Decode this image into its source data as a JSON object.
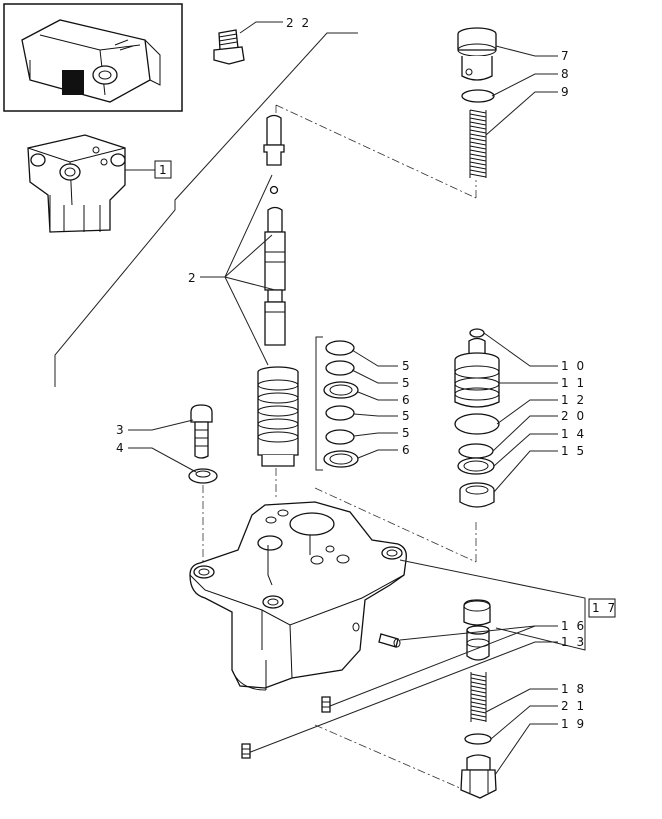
{
  "callouts": {
    "c22": "2 2",
    "c7": "7",
    "c8": "8",
    "c9": "9",
    "c1": "1",
    "c2": "2",
    "c5a": "5",
    "c5b": "5",
    "c6a": "6",
    "c5c": "5",
    "c5d": "5",
    "c6b": "6",
    "c3": "3",
    "c4": "4",
    "c10": "1 0",
    "c11": "1 1",
    "c12": "1 2",
    "c20": "2 0",
    "c14": "1 4",
    "c15": "1 5",
    "c17": "1 7",
    "c16": "1 6",
    "c13": "1 3",
    "c18": "1 8",
    "c21": "2 1",
    "c19": "1 9"
  }
}
